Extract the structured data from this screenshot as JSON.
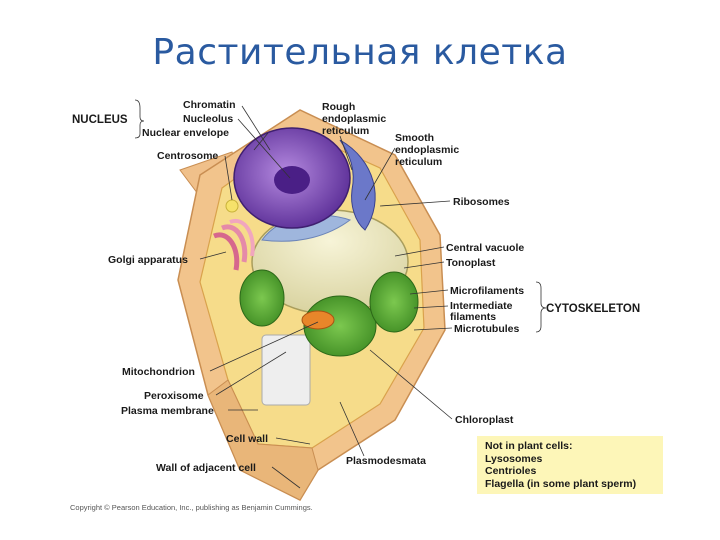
{
  "slide": {
    "title": "Растительная клетка"
  },
  "labels": {
    "nucleus": "NUCLEUS",
    "chromatin": "Chromatin",
    "nucleolus": "Nucleolus",
    "nuclear_envelope": "Nuclear envelope",
    "centrosome": "Centrosome",
    "rough_er_1": "Rough",
    "rough_er_2": "endoplasmic",
    "rough_er_3": "reticulum",
    "smooth_er_1": "Smooth",
    "smooth_er_2": "endoplasmic",
    "smooth_er_3": "reticulum",
    "ribosomes": "Ribosomes",
    "golgi": "Golgi apparatus",
    "central_vacuole": "Central vacuole",
    "tonoplast": "Tonoplast",
    "microfilaments": "Microfilaments",
    "intermediate_1": "Intermediate",
    "intermediate_2": "filaments",
    "microtubules": "Microtubules",
    "cytoskeleton": "CYTOSKELETON",
    "mitochondrion": "Mitochondrion",
    "peroxisome": "Peroxisome",
    "plasma_membrane": "Plasma membrane",
    "cell_wall": "Cell wall",
    "adjacent_wall": "Wall of adjacent cell",
    "plasmodesmata": "Plasmodesmata",
    "chloroplast": "Chloroplast"
  },
  "note": {
    "heading": "Not in plant cells:",
    "items": [
      "Lysosomes",
      "Centrioles",
      "Flagella (in some plant sperm)"
    ],
    "background": "#fdf6b8"
  },
  "copyright": "Copyright © Pearson Education, Inc., publishing as Benjamin Cummings.",
  "colors": {
    "title": "#2a5aa0",
    "cell_wall": "#f2c48c",
    "cytoplasm": "#f6dc8a",
    "nucleus": "#7a48b8",
    "vacuole": "#ece7b4",
    "chloroplast": "#4fa331",
    "mitochondrion": "#e8862a",
    "golgi": "#e58aa8"
  }
}
